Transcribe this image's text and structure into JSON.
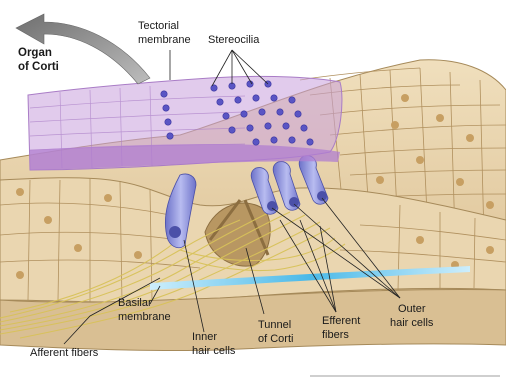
{
  "labels": {
    "organ_of_corti": [
      "Organ",
      "of Corti"
    ],
    "tectorial_membrane": [
      "Tectorial",
      "membrane"
    ],
    "stereocilia": "Stereocilia",
    "basilar_membrane": [
      "Basilar",
      "membrane"
    ],
    "afferent_fibers": "Afferent fibers",
    "inner_hair_cells": [
      "Inner",
      "hair cells"
    ],
    "tunnel_of_corti": [
      "Tunnel",
      "of Corti"
    ],
    "efferent_fibers": [
      "Efferent",
      "fibers"
    ],
    "outer_hair_cells": [
      "Outer",
      "hair cells"
    ]
  },
  "icons": {
    "direction_arrow": "curved-arrow-icon"
  },
  "colors": {
    "tectorial": "#c9a0dc",
    "hair_cell": "#8f94d8",
    "tissue": "#e9d4ad",
    "tissue_dark": "#cdb083",
    "basilar": "#5fc3ea",
    "fibers": "#d8c25a",
    "arrow": "#8a8a8a"
  }
}
